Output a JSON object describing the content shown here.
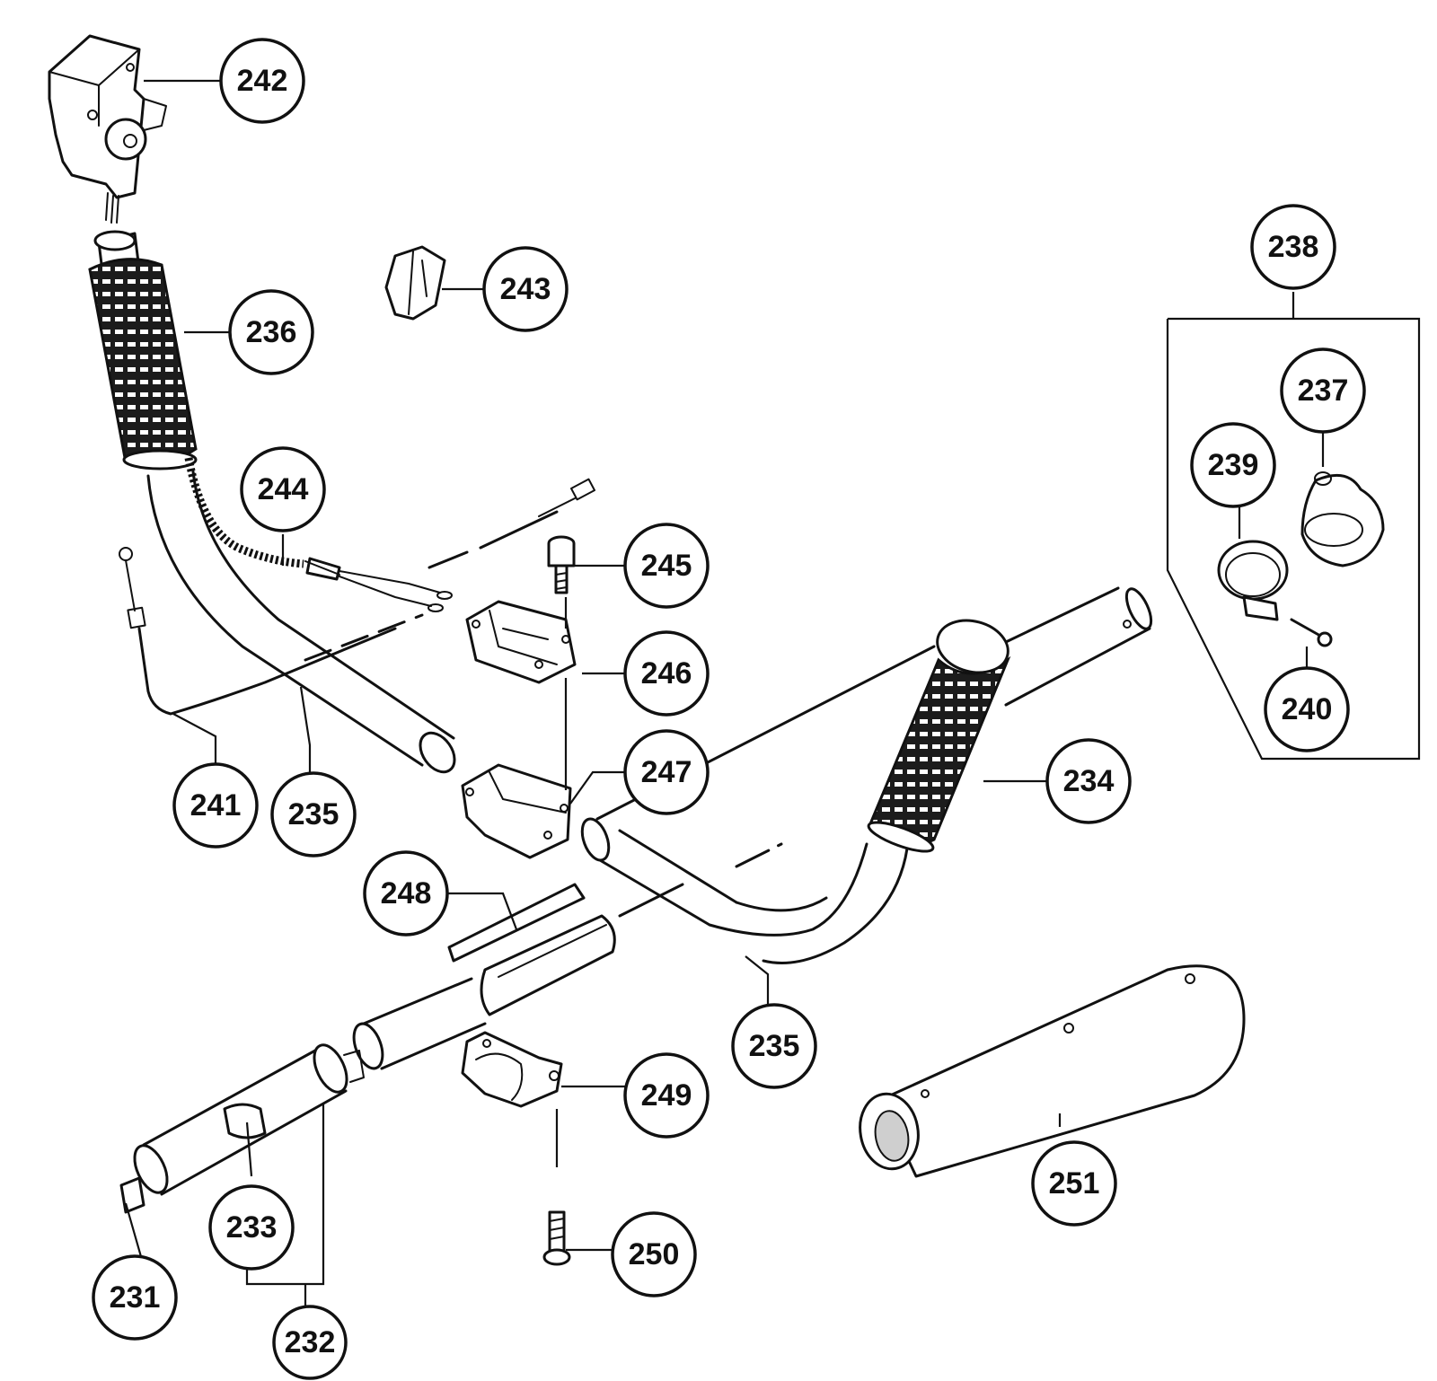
{
  "diagram": {
    "callouts": [
      {
        "id": "c242",
        "label": "242"
      },
      {
        "id": "c243",
        "label": "243"
      },
      {
        "id": "c236",
        "label": "236"
      },
      {
        "id": "c238",
        "label": "238"
      },
      {
        "id": "c237",
        "label": "237"
      },
      {
        "id": "c239",
        "label": "239"
      },
      {
        "id": "c244",
        "label": "244"
      },
      {
        "id": "c245",
        "label": "245"
      },
      {
        "id": "c246",
        "label": "246"
      },
      {
        "id": "c240",
        "label": "240"
      },
      {
        "id": "c247",
        "label": "247"
      },
      {
        "id": "c234",
        "label": "234"
      },
      {
        "id": "c241",
        "label": "241"
      },
      {
        "id": "c235a",
        "label": "235"
      },
      {
        "id": "c248",
        "label": "248"
      },
      {
        "id": "c235b",
        "label": "235"
      },
      {
        "id": "c249",
        "label": "249"
      },
      {
        "id": "c251",
        "label": "251"
      },
      {
        "id": "c233",
        "label": "233"
      },
      {
        "id": "c250",
        "label": "250"
      },
      {
        "id": "c231",
        "label": "231"
      },
      {
        "id": "c232",
        "label": "232"
      }
    ]
  }
}
